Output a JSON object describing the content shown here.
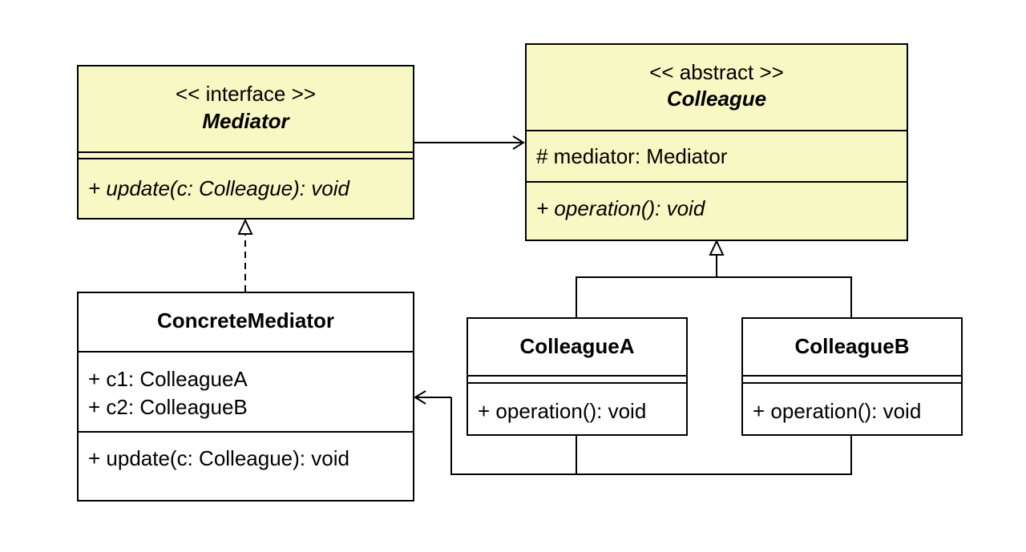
{
  "mediator": {
    "stereotype": "<< interface >>",
    "name": "Mediator",
    "operations": [
      "+ update(c: Colleague): void"
    ]
  },
  "colleague": {
    "stereotype": "<< abstract >>",
    "name": "Colleague",
    "attributes": [
      "# mediator: Mediator"
    ],
    "operations": [
      "+ operation(): void"
    ]
  },
  "concrete_mediator": {
    "name": "ConcreteMediator",
    "attributes": [
      "+ c1: ColleagueA",
      "+ c2: ColleagueB"
    ],
    "operations": [
      "+ update(c: Colleague): void"
    ]
  },
  "colleague_a": {
    "name": "ColleagueA",
    "operations": [
      "+ operation(): void"
    ]
  },
  "colleague_b": {
    "name": "ColleagueB",
    "operations": [
      "+ operation(): void"
    ]
  },
  "colors": {
    "abstract_fill": "#f8f8c4",
    "concrete_fill": "#ffffff",
    "line": "#000000"
  }
}
